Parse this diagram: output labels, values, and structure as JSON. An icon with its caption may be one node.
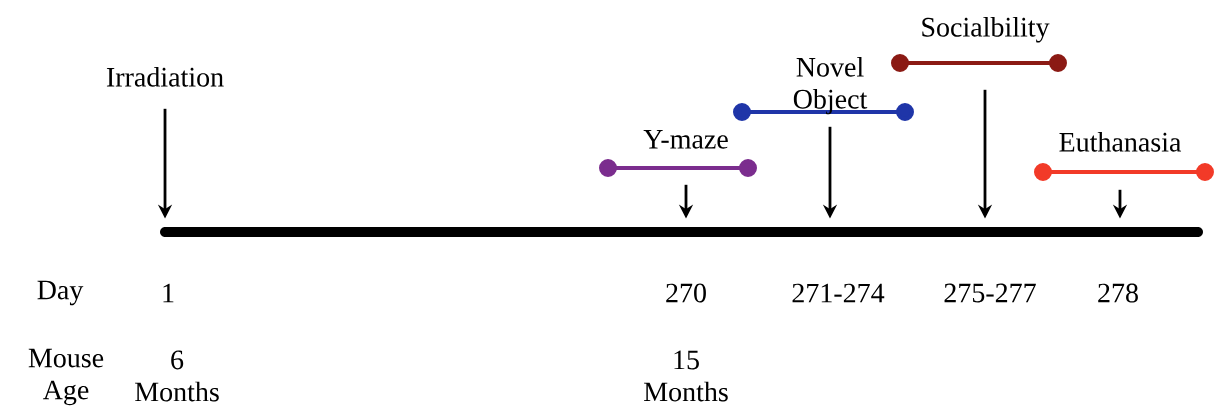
{
  "diagram": {
    "nodes": [
      {
        "text": [
          "Irradiation"
        ]
      },
      {
        "text": [
          "Y-maze"
        ]
      },
      {
        "text": [
          "Novel Object"
        ]
      },
      {
        "text": [
          "Socialbility"
        ]
      },
      {
        "text": [
          "Euthanasia"
        ]
      },
      {
        "text": [],
        "shape": "bar"
      }
    ],
    "edges": [
      {
        "from": 0,
        "to": 5,
        "arrow": "to"
      },
      {
        "from": 1,
        "to": 5,
        "arrow": "to"
      },
      {
        "from": 2,
        "to": 5,
        "arrow": "to"
      },
      {
        "from": 3,
        "to": 5,
        "arrow": "to"
      },
      {
        "from": 4,
        "to": 5,
        "arrow": "to"
      }
    ],
    "labels": [
      "Day",
      "1",
      "270",
      "271-274",
      "275-277",
      "278",
      "Mouse Age",
      "6 Months",
      "15 Months"
    ]
  }
}
